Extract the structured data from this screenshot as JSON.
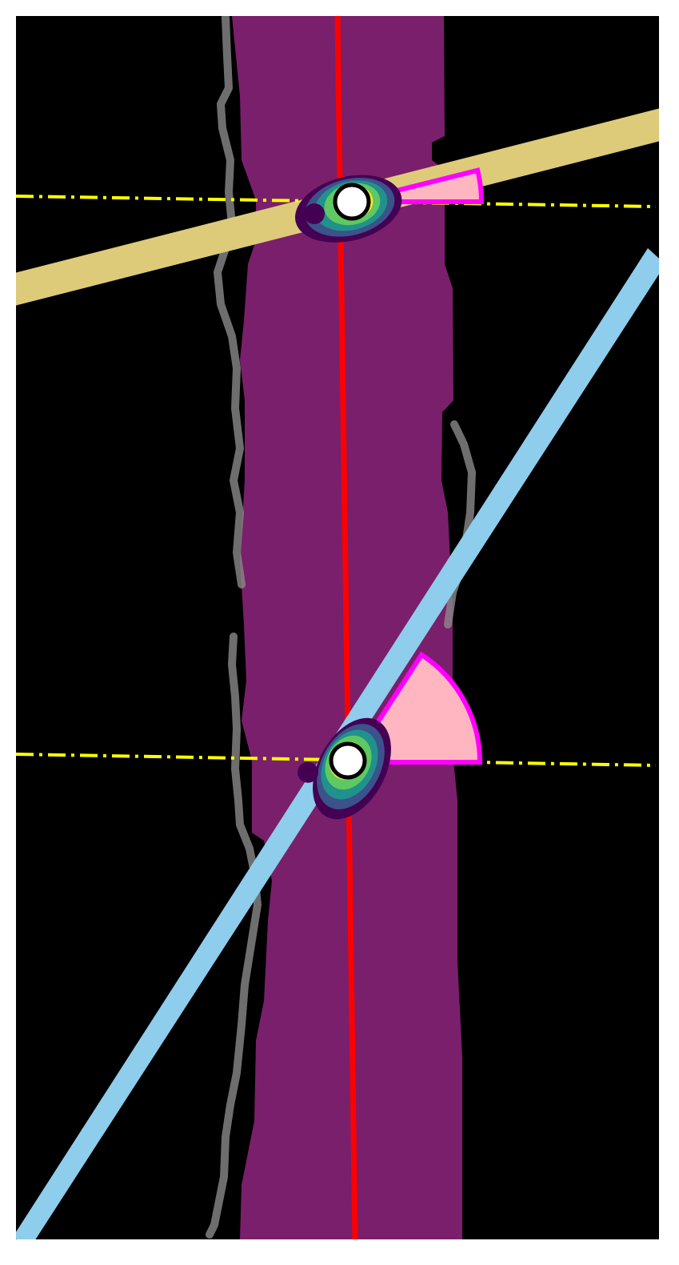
{
  "figure": {
    "background_color": "#000000",
    "page_color": "#ffffff",
    "colors": {
      "band": "#7a1f6b",
      "midline": "#ff0000",
      "edge_trace": "#8a8a8a",
      "upper_bar": "#ddcb7a",
      "lower_bar": "#8ecdec",
      "reference_line": "#ffff00",
      "angle_fill": "#ffb6c1",
      "angle_stroke": "#ff00ff",
      "marker_fill": "#ffffff",
      "marker_stroke": "#000000"
    },
    "heat_palette": [
      "#440154",
      "#3b528b",
      "#21918c",
      "#5ec962",
      "#fde725"
    ],
    "crossings": [
      {
        "id": "upper",
        "bar_color_key": "upper_bar",
        "angle_deg": 14
      },
      {
        "id": "lower",
        "bar_color_key": "lower_bar",
        "angle_deg": 57
      }
    ]
  }
}
